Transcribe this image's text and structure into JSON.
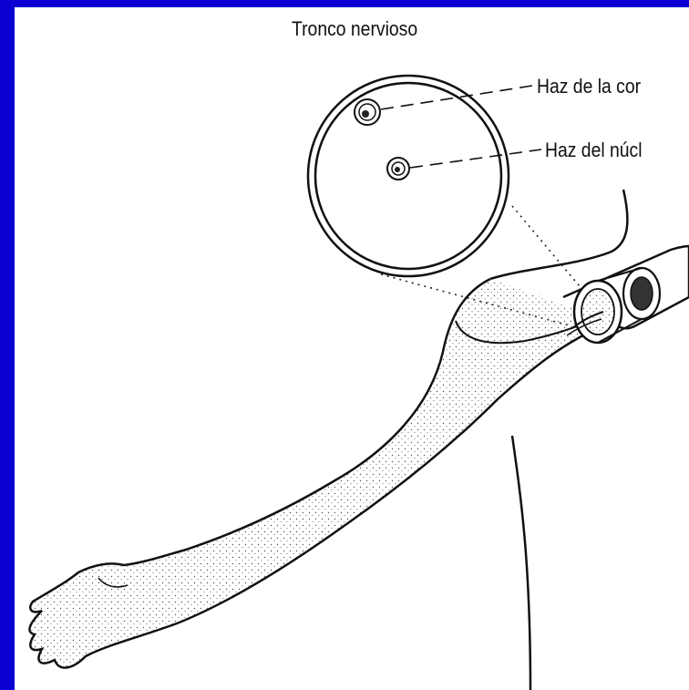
{
  "diagram": {
    "title": "Tronco nervioso",
    "labels": [
      "Haz de la cor",
      "Haz del núcl"
    ]
  },
  "colors": {
    "frame": "#0a00d2",
    "background": "#ffffff",
    "ink": "#111111"
  }
}
